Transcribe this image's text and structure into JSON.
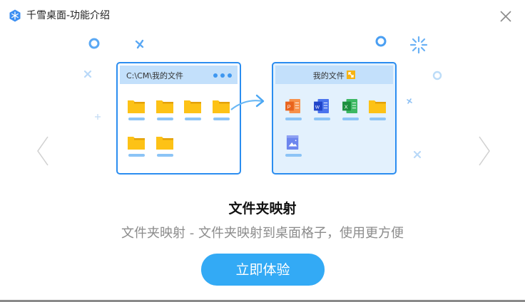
{
  "window": {
    "title": "千雪桌面-功能介绍",
    "app_icon": "snowflake-hex-icon",
    "close_icon": "close-icon"
  },
  "illustration": {
    "left_panel": {
      "path": "C:\\CM\\我的文件",
      "menu_icon": "more-dots-icon",
      "items": [
        "folder",
        "folder",
        "folder",
        "folder",
        "folder",
        "folder"
      ]
    },
    "arrow_icon": "curved-arrow-right-icon",
    "right_panel": {
      "title": "我的文件",
      "badge_icon": "expand-icon",
      "items": [
        "powerpoint-file",
        "word-file",
        "excel-file",
        "folder",
        "image-file"
      ]
    },
    "colors": {
      "accent": "#2b8df0",
      "folder": "#fdc216",
      "ppt": "#f0732a",
      "word": "#2f5ae0",
      "excel": "#23a14b",
      "image": "#6d86ee"
    }
  },
  "feature": {
    "heading": "文件夹映射",
    "description": "文件夹映射 - 文件夹映射到桌面格子，使用更方便"
  },
  "nav": {
    "prev_icon": "chevron-left-icon",
    "next_icon": "chevron-right-icon"
  },
  "cta": {
    "label": "立即体验",
    "color": "#33aaf5"
  }
}
